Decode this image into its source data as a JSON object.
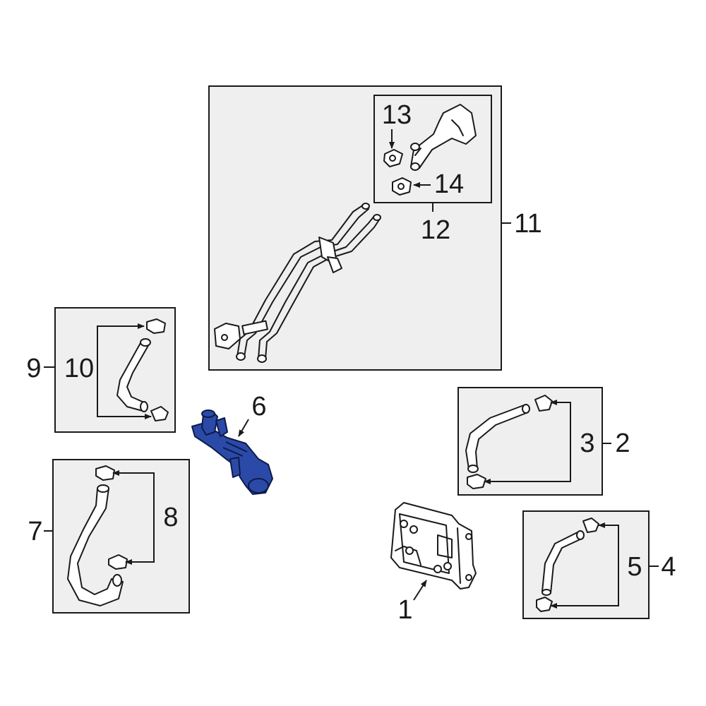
{
  "colors": {
    "highlight_part": "#2b4aa8",
    "highlight_outline": "#0d1b4a",
    "group_box_fill": "#efefef",
    "line": "#1a1a1a",
    "background": "#ffffff"
  },
  "highlighted_callout": "6",
  "callouts": {
    "c1": "1",
    "c2": "2",
    "c3": "3",
    "c4": "4",
    "c5": "5",
    "c6": "6",
    "c7": "7",
    "c8": "8",
    "c9": "9",
    "c10": "10",
    "c11": "11",
    "c12": "12",
    "c13": "13",
    "c14": "14"
  }
}
